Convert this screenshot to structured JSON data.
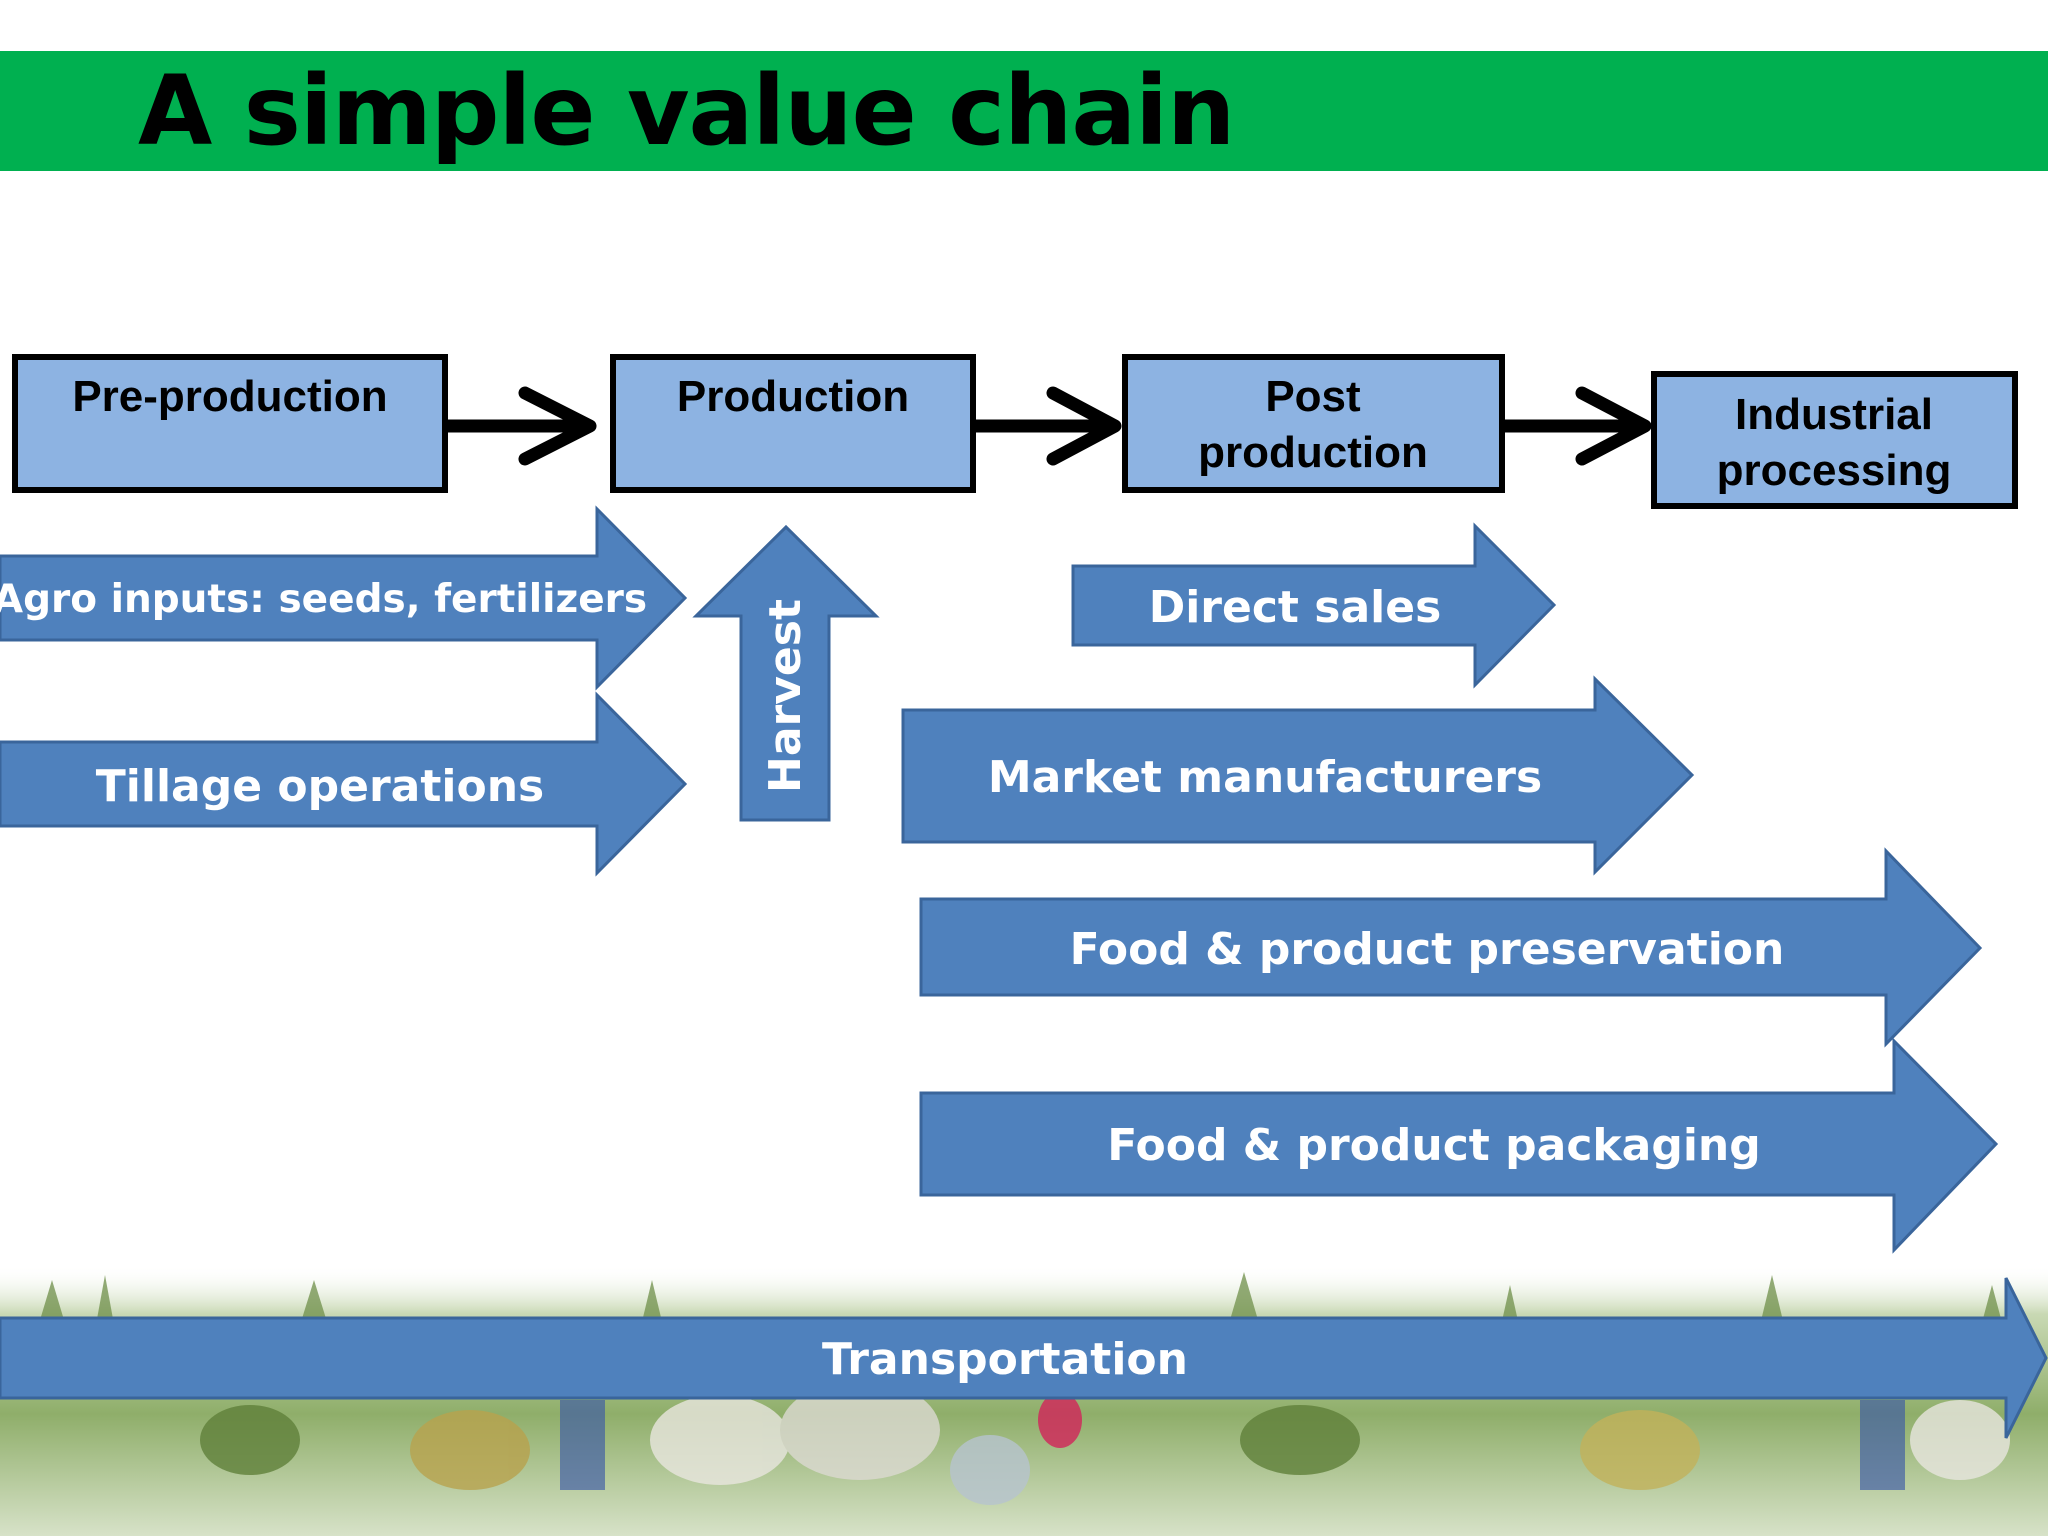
{
  "title": "A simple value chain",
  "colors": {
    "title_bar": "#00b050",
    "stage_fill": "#8db3e2",
    "arrow_fill": "#4f81bd",
    "arrow_stroke": "#3a659b",
    "connector": "#000000"
  },
  "stages": [
    {
      "lines": [
        "Pre-production"
      ]
    },
    {
      "lines": [
        "Production"
      ]
    },
    {
      "lines": [
        "Post",
        "production"
      ]
    },
    {
      "lines": [
        "Industrial",
        "processing"
      ]
    }
  ],
  "activities": [
    {
      "label": "Agro inputs: seeds, fertilizers"
    },
    {
      "label": "Tillage  operations"
    },
    {
      "label": "Harvest"
    },
    {
      "label": "Direct sales"
    },
    {
      "label": "Market manufacturers"
    },
    {
      "label": "Food  & product preservation"
    },
    {
      "label": "Food & product packaging"
    },
    {
      "label": "Transportation"
    }
  ]
}
